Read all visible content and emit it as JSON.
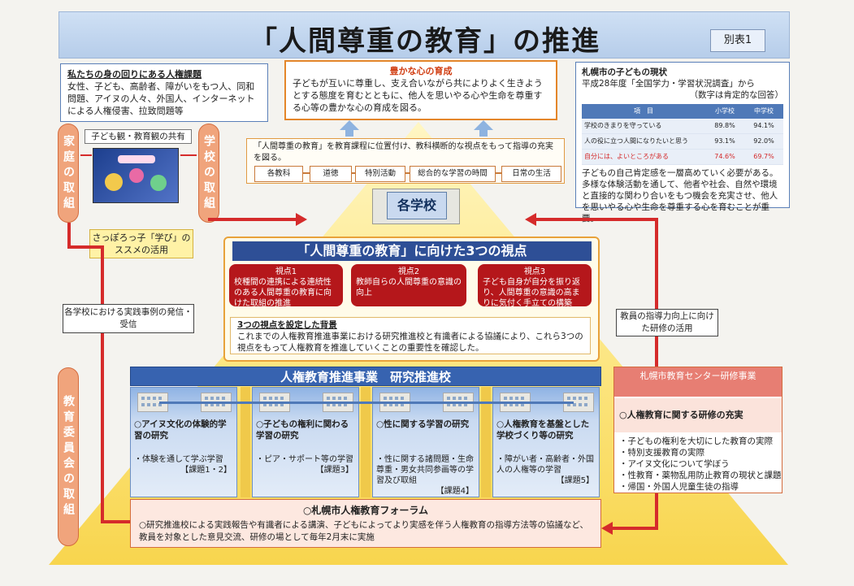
{
  "title": "「人間尊重の教育」の推進",
  "appendix_label": "別表1",
  "issues": {
    "title": "私たちの身の回りにある人権課題",
    "body": "女性、子ども、高齢者、障がいをもつ人、同和問題、アイヌの人々、外国人、インターネットによる人権侵害、拉致問題等"
  },
  "heart": {
    "title": "豊かな心の育成",
    "body": "子どもが互いに尊重し、支え合いながら共によりよく生きようとする態度を育むとともに、他人を思いやる心や生命を尊重する心等の豊かな心の育成を図る。"
  },
  "status": {
    "title": "札幌市の子どもの現状",
    "survey": "平成28年度「全国学力・学習状況調査」から",
    "note": "（数字は肯定的な回答）",
    "headers": [
      "項　目",
      "小学校",
      "中学校"
    ],
    "rows": [
      {
        "item": "学校のきまりを守っている",
        "elementary": "89.8%",
        "junior": "94.1%"
      },
      {
        "item": "人の役に立つ人間になりたいと思う",
        "elementary": "93.1%",
        "junior": "92.0%"
      },
      {
        "item": "自分には、よいところがある",
        "elementary": "74.6%",
        "junior": "69.7%"
      }
    ],
    "body": "子どもの自己肯定感を一層高めていく必要がある。多様な体験活動を通して、他者や社会、自然や環境と直接的な関わり合いをもつ機会を充実させ、他人を思いやる心や生命を尊重する心を育むことが重要。"
  },
  "curriculum": {
    "body": "「人間尊重の教育」を教育課程に位置付け、教科横断的な視点をもって指導の充実を図る。",
    "subjects": [
      "各教科",
      "道徳",
      "特別活動",
      "総合的な学習の時間",
      "日常の生活"
    ]
  },
  "family": {
    "label": "家庭の取組",
    "share": "子ども観・教育観の共有",
    "manabi": "さっぽろっ子「学び」のススメの活用"
  },
  "school_side": {
    "label": "学校の取組"
  },
  "board": {
    "label": "教育委員会の取組"
  },
  "each_school": "各学校",
  "practice": "各学校における実践事例の発信・受信",
  "teacher_training": "教員の指導力向上に向けた研修の活用",
  "views": {
    "title": "「人間尊重の教育」に向けた3つの視点",
    "items": [
      {
        "head": "視点1",
        "body": "校種間の連携による連続性のある人間尊重の教育に向けた取組の推進"
      },
      {
        "head": "視点2",
        "body": "教師自らの人間尊重の意識の向上"
      },
      {
        "head": "視点3",
        "body": "子ども自身が自分を振り返り、人間尊重の意識の高まりに気付く手立ての構築"
      }
    ],
    "background_title": "3つの視点を設定した背景",
    "background_body": "これまでの人権教育推進事業における研究推進校と有識者による協議により、これら3つの視点をもって人権教育を推進していくことの重要性を確認した。"
  },
  "research": {
    "banner": "人権教育推進事業　研究推進校",
    "columns": [
      {
        "title": "○アイヌ文化の体験的学習の研究",
        "body": "・体験を通して学ぶ学習",
        "task": "【課題1・2】"
      },
      {
        "title": "○子どもの権利に関わる学習の研究",
        "body": "・ピア・サポート等の学習",
        "task": "【課題3】"
      },
      {
        "title": "○性に関する学習の研究",
        "body": "・性に関する諸問題・生命尊重・男女共同参画等の学習及び取組",
        "task": "【課題4】"
      },
      {
        "title": "○人権教育を基盤とした学校づくり等の研究",
        "body": "・障がい者・高齢者・外国人の人権等の学習",
        "task": "【課題5】"
      }
    ]
  },
  "forum": {
    "title": "○札幌市人権教育フォーラム",
    "body": "○研究推進校による実践報告や有識者による講演、子どもによってより実感を伴う人権教育の指導方法等の協議など、教員を対象とした意見交流、研修の場として毎年2月末に実施"
  },
  "center": {
    "head": "札幌市教育センター研修事業",
    "sub": "○人権教育に関する研修の充実",
    "items": [
      "・子どもの権利を大切にした教育の実際",
      "・特別支援教育の実際",
      "・アイヌ文化について学ぼう",
      "・性教育・薬物乱用防止教育の現状と課題",
      "・帰国・外国人児童生徒の指導"
    ]
  },
  "colors": {
    "accent_red": "#d52b2b",
    "navy": "#2e4f96",
    "gold": "#f8d54e"
  }
}
